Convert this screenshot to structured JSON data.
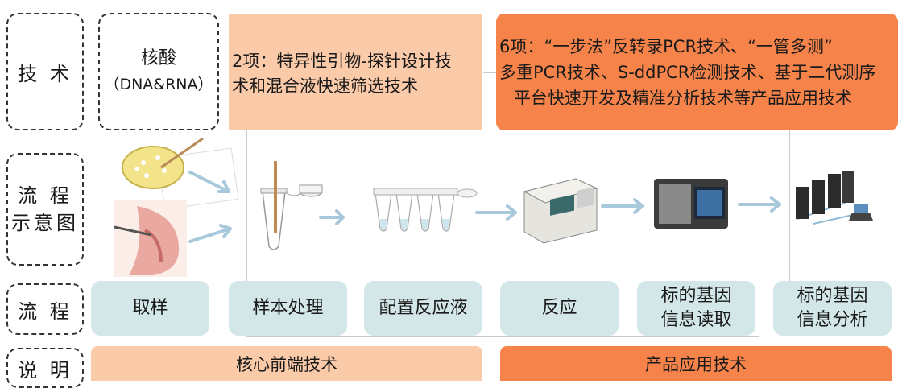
{
  "row_labels": {
    "tech": "技  术",
    "flow_diagram_line1": "流 程",
    "flow_diagram_line2": "示意图",
    "flow": "流  程",
    "note": "说  明"
  },
  "nucleic": {
    "line1": "核酸",
    "line2": "（DNA&RNA）"
  },
  "tech_box_1": {
    "line1": "2项：特异性引物-探针设计技",
    "line2": "术和混合液快速筛选技术"
  },
  "tech_box_2": {
    "line1": "6项：“一步法”反转录PCR技术、“一管多测”",
    "line2": "多重PCR技术、S-ddPCR检测技术、基于二代测序",
    "line3": "平台快速开发及精准分析技术等产品应用技术"
  },
  "stages": [
    {
      "line1": "取样",
      "line2": ""
    },
    {
      "line1": "样本处理",
      "line2": ""
    },
    {
      "line1": "配置反应液",
      "line2": ""
    },
    {
      "line1": "反应",
      "line2": ""
    },
    {
      "line1": "标的基因",
      "line2": "信息读取"
    },
    {
      "line1": "标的基因",
      "line2": "信息分析"
    }
  ],
  "notes": {
    "core": "核心前端技术",
    "product": "产品应用技术"
  },
  "colors": {
    "stage": "#d3e6e8",
    "peach": "#fbcaa8",
    "orange": "#f6844a",
    "arrow": "#a8c8dc"
  }
}
